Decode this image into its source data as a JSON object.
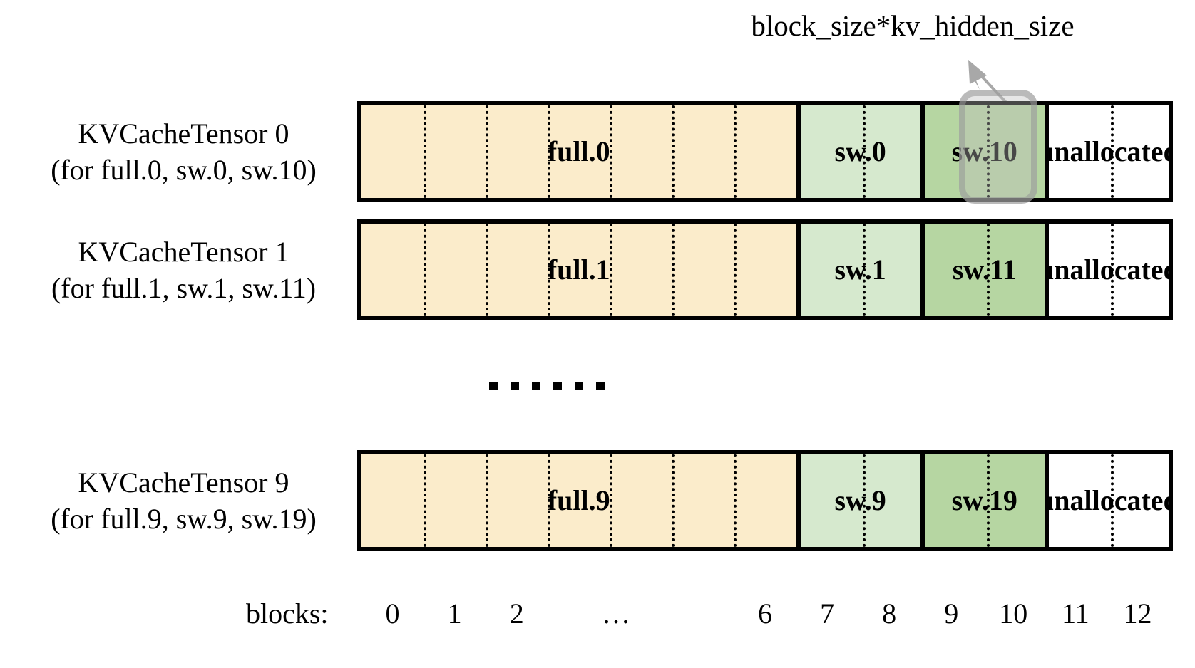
{
  "annotation": {
    "label": "block_size*kv_hidden_size",
    "arrow_icon": "arrow-up-right-icon",
    "points_to_block": 11
  },
  "colors": {
    "full_fill": "#FBECCB",
    "sw_fill": "#D6E9CE",
    "sw2_fill": "#B6D6A2",
    "unallocated_fill": "#FFFFFF",
    "border": "#000000",
    "highlight": "#969696"
  },
  "rows": [
    {
      "title": "KVCacheTensor 0",
      "subtitle": "(for full.0, sw.0, sw.10)",
      "segments": [
        {
          "label": "full.0",
          "kind": "full",
          "blocks": 7
        },
        {
          "label": "sw.0",
          "kind": "sw",
          "blocks": 2
        },
        {
          "label": "sw.10",
          "kind": "sw2",
          "blocks": 2
        },
        {
          "label": "unallocated",
          "kind": "unallocated",
          "blocks": 2
        }
      ]
    },
    {
      "title": "KVCacheTensor 1",
      "subtitle": "(for full.1, sw.1, sw.11)",
      "segments": [
        {
          "label": "full.1",
          "kind": "full",
          "blocks": 7
        },
        {
          "label": "sw.1",
          "kind": "sw",
          "blocks": 2
        },
        {
          "label": "sw.11",
          "kind": "sw2",
          "blocks": 2
        },
        {
          "label": "unallocated",
          "kind": "unallocated",
          "blocks": 2
        }
      ]
    },
    {
      "title": "KVCacheTensor 9",
      "subtitle": "(for full.9, sw.9, sw.19)",
      "segments": [
        {
          "label": "full.9",
          "kind": "full",
          "blocks": 7
        },
        {
          "label": "sw.9",
          "kind": "sw",
          "blocks": 2
        },
        {
          "label": "sw.19",
          "kind": "sw2",
          "blocks": 2
        },
        {
          "label": "unallocated",
          "kind": "unallocated",
          "blocks": 2
        }
      ]
    }
  ],
  "ellipsis": {
    "dot_count": 6,
    "text": "……"
  },
  "axis": {
    "title": "blocks:",
    "ticks": [
      "0",
      "1",
      "2",
      "…",
      "6",
      "7",
      "8",
      "9",
      "10",
      "11",
      "12"
    ],
    "tick_block_index": [
      0,
      1,
      2,
      3.6,
      6,
      7,
      8,
      9,
      10,
      11,
      12
    ]
  }
}
